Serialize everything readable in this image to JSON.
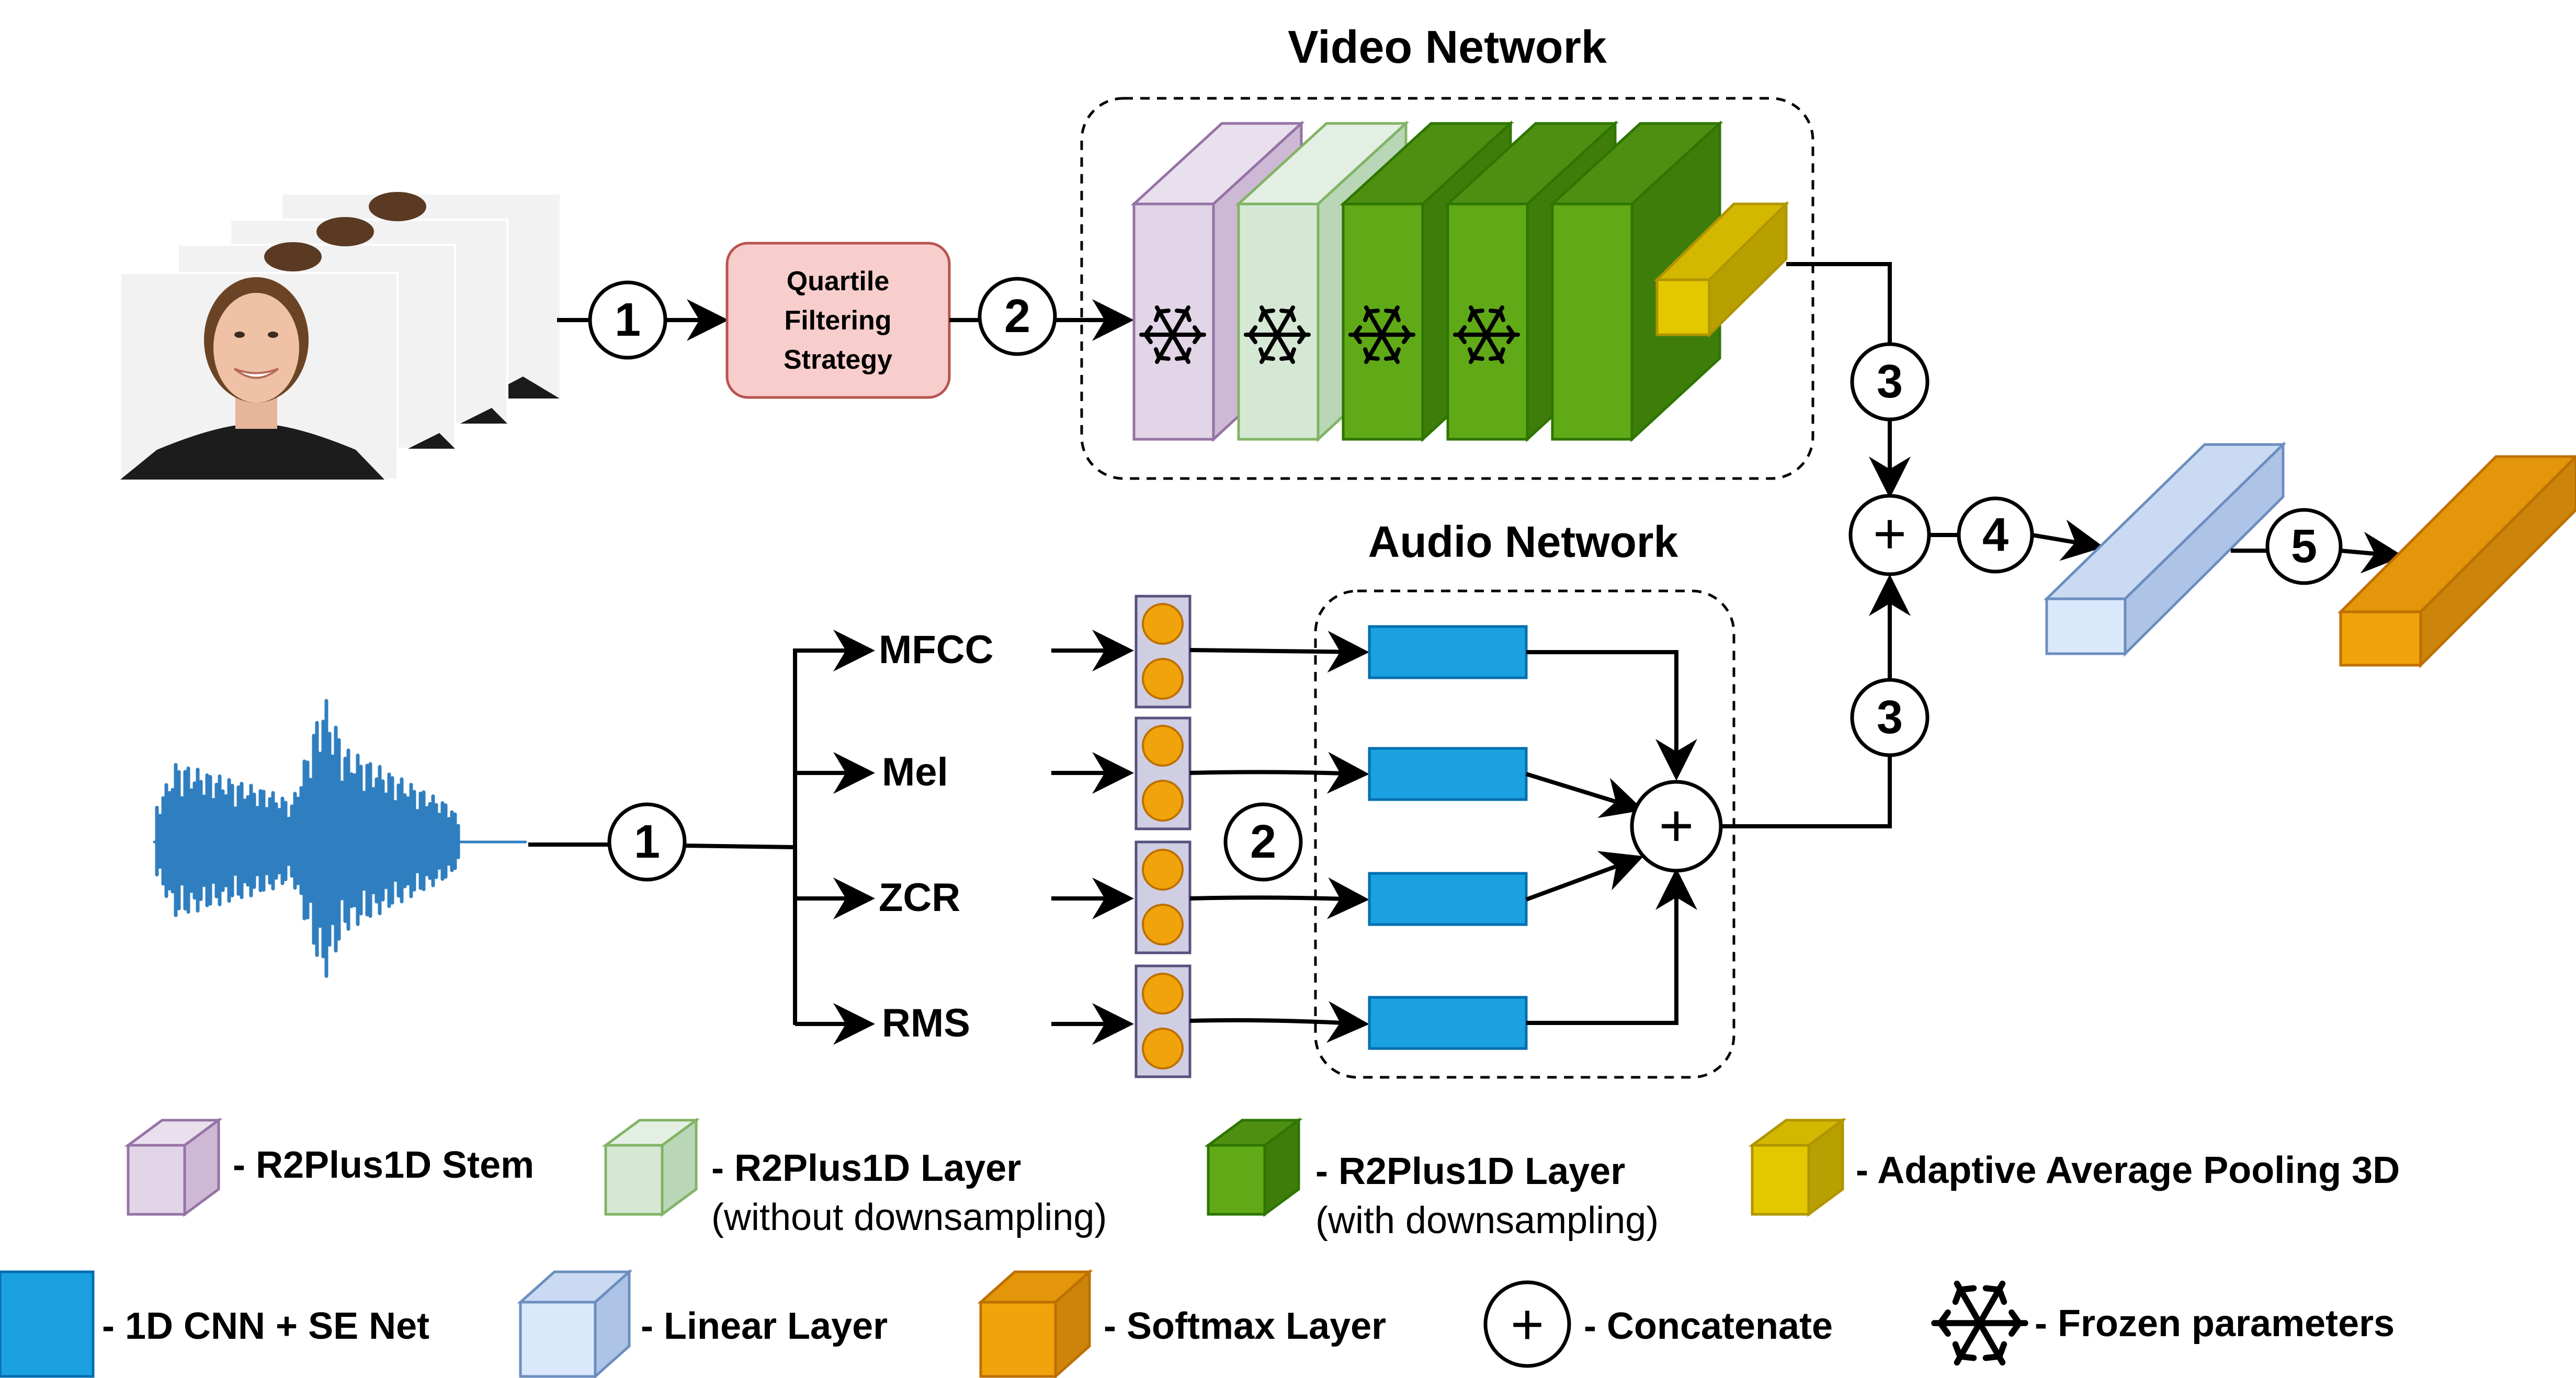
{
  "video_network": {
    "title": "Video Network",
    "filter_label_lines": [
      "Quartile",
      "Filtering",
      "Strategy"
    ]
  },
  "audio_network": {
    "title": "Audio Network",
    "features": [
      "MFCC",
      "Mel",
      "ZCR",
      "RMS"
    ]
  },
  "steps": {
    "video_1": "1",
    "video_2": "2",
    "video_3": "3",
    "audio_1": "1",
    "audio_2": "2",
    "audio_3": "3",
    "fuse_4": "4",
    "fuse_5": "5"
  },
  "concat_symbol": "+",
  "legend": {
    "stem": "- R2Plus1D Stem",
    "layer_no_ds": "- R2Plus1D Layer",
    "layer_no_ds_sub": "(without downsampling)",
    "layer_ds": "- R2Plus1D Layer",
    "layer_ds_sub": "(with downsampling)",
    "pool": "- Adaptive Average Pooling 3D",
    "cnn": "- 1D CNN + SE Net",
    "linear": "- Linear Layer",
    "softmax": "- Softmax Layer",
    "concat": "- Concatenate",
    "frozen": "- Frozen parameters"
  },
  "colors": {
    "stem": "#e1d5e7",
    "stem_stroke": "#9673a6",
    "layer_light": "#d5e8d4",
    "layer_light_stroke": "#82b366",
    "layer_green": "#60a917",
    "layer_green_stroke": "#2d7600",
    "pool": "#e3c800",
    "pool_stroke": "#b09500",
    "cnn": "#1ba1e2",
    "cnn_stroke": "#006eaf",
    "linear": "#dae8fc",
    "linear_stroke": "#6c8ebf",
    "softmax": "#f0a30a",
    "softmax_stroke": "#bd7000",
    "filter_box": "#f8cecc",
    "filter_stroke": "#b85450",
    "waveform": "#2f7fc0"
  }
}
